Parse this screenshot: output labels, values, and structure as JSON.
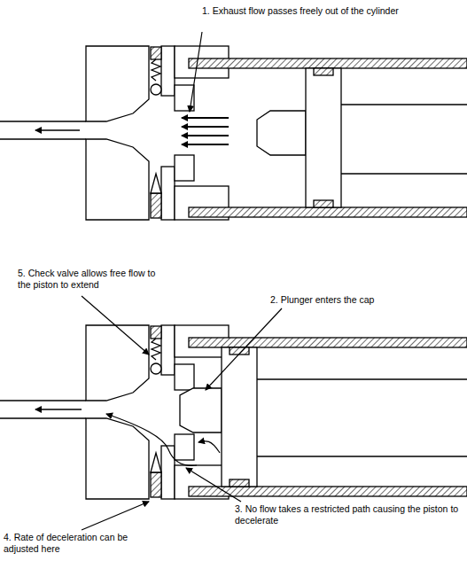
{
  "diagram": {
    "labels": [
      "1. Exhaust flow passes freely out of the cylinder",
      "5. Check valve allows free flow to the piston to extend",
      "2. Plunger enters the cap",
      "3. No flow takes a restricted path causing the piston to decelerate",
      "4. Rate of deceleration can be adjusted here"
    ]
  }
}
